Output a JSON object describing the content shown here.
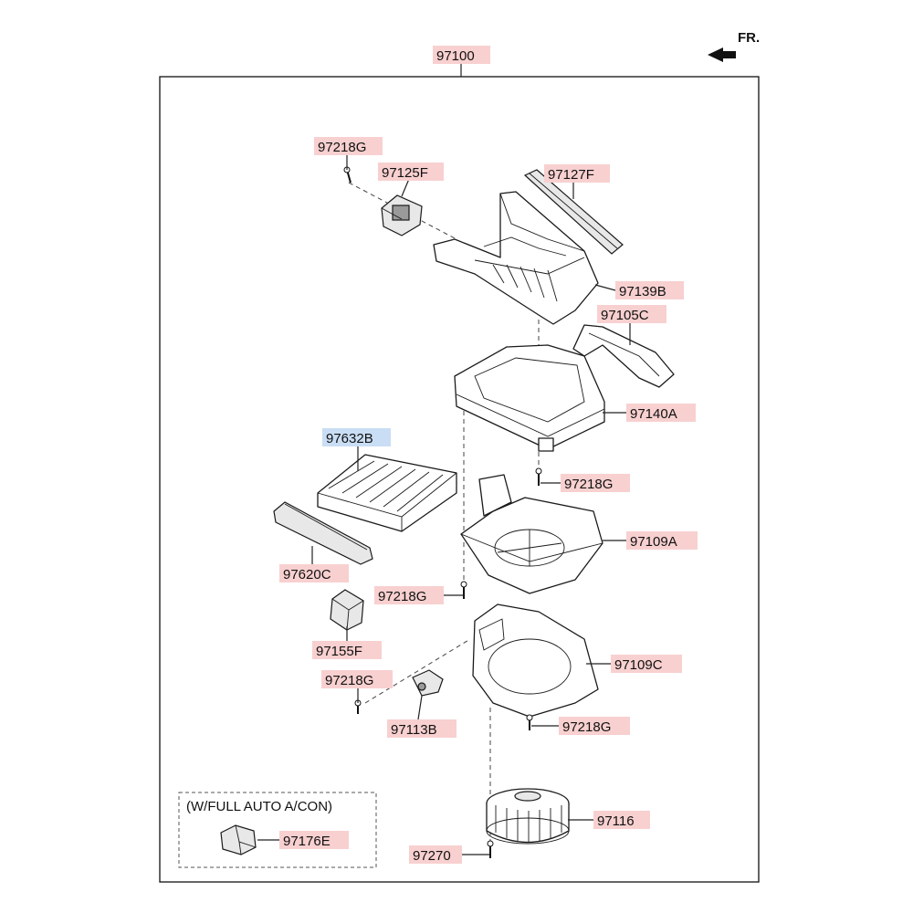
{
  "front_indicator": {
    "label": "FR.",
    "icon": "front-direction-arrow-icon"
  },
  "assembly": {
    "part_number": "97100"
  },
  "parts": [
    {
      "part_number": "97218G",
      "highlight": "#f8d0d0"
    },
    {
      "part_number": "97125F",
      "highlight": "#f8d0d0"
    },
    {
      "part_number": "97127F",
      "highlight": "#f8d0d0"
    },
    {
      "part_number": "97139B",
      "highlight": "#f8d0d0"
    },
    {
      "part_number": "97105C",
      "highlight": "#f8d0d0"
    },
    {
      "part_number": "97140A",
      "highlight": "#f8d0d0"
    },
    {
      "part_number": "97632B",
      "highlight": "#c9def4"
    },
    {
      "part_number": "97218G",
      "highlight": "#f8d0d0"
    },
    {
      "part_number": "97109A",
      "highlight": "#f8d0d0"
    },
    {
      "part_number": "97620C",
      "highlight": "#f8d0d0"
    },
    {
      "part_number": "97218G",
      "highlight": "#f8d0d0"
    },
    {
      "part_number": "97155F",
      "highlight": "#f8d0d0"
    },
    {
      "part_number": "97109C",
      "highlight": "#f8d0d0"
    },
    {
      "part_number": "97218G",
      "highlight": "#f8d0d0"
    },
    {
      "part_number": "97113B",
      "highlight": "#f8d0d0"
    },
    {
      "part_number": "97218G",
      "highlight": "#f8d0d0"
    },
    {
      "part_number": "97116",
      "highlight": "#f8d0d0"
    },
    {
      "part_number": "97270",
      "highlight": "#f8d0d0"
    }
  ],
  "option_box": {
    "caption": "(W/FULL AUTO A/CON)",
    "part": {
      "part_number": "97176E",
      "highlight": "#f8d0d0"
    }
  },
  "colors": {
    "line": "#1a1a1a",
    "label_highlight": "#f8d0d0",
    "selected_highlight": "#c9def4"
  }
}
